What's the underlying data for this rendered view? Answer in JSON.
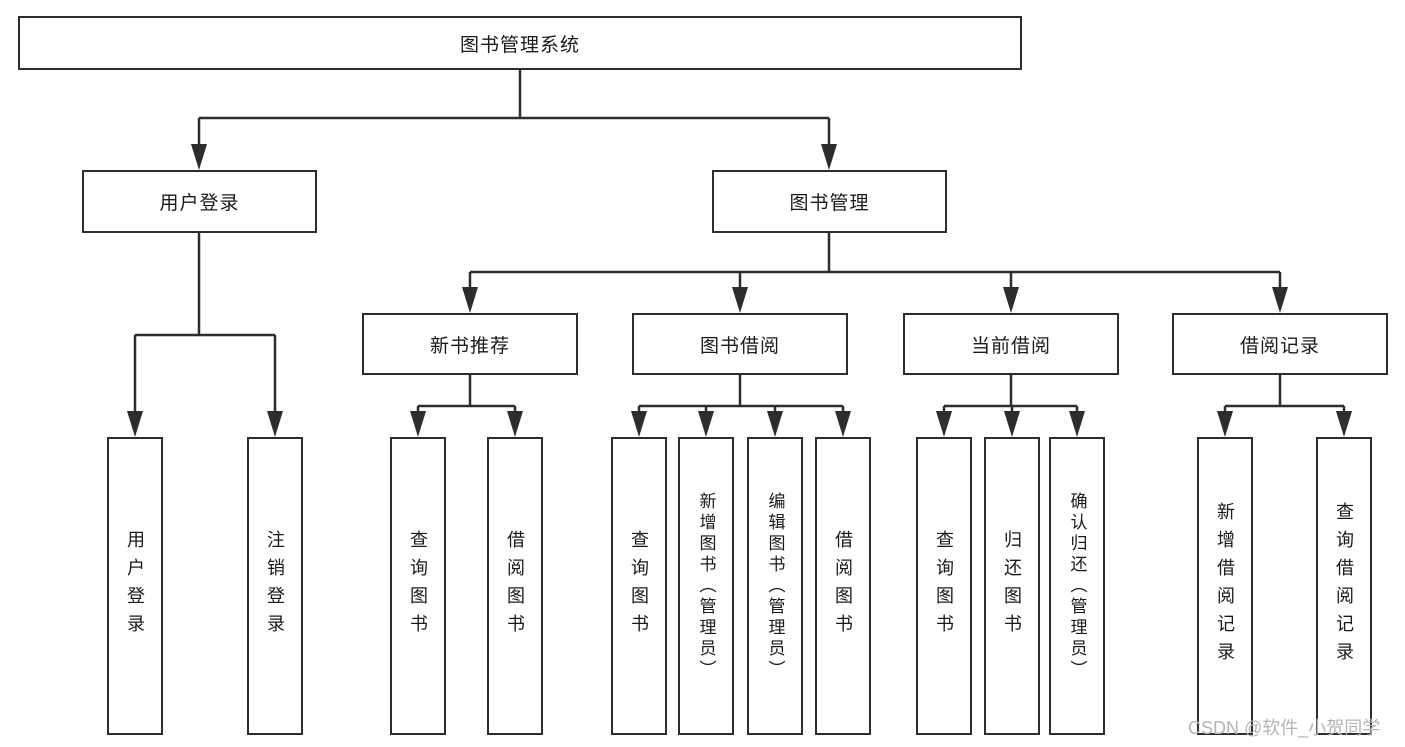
{
  "diagram": {
    "root": {
      "label": "图书管理系统"
    },
    "branches": [
      {
        "label": "用户登录",
        "children": [
          {
            "label": "用户登录"
          },
          {
            "label": "注销登录"
          }
        ]
      },
      {
        "label": "图书管理",
        "sections": [
          {
            "label": "新书推荐",
            "children": [
              {
                "label": "查询图书"
              },
              {
                "label": "借阅图书"
              }
            ]
          },
          {
            "label": "图书借阅",
            "children": [
              {
                "label": "查询图书"
              },
              {
                "label": "新增图书（管理员）"
              },
              {
                "label": "编辑图书（管理员）"
              },
              {
                "label": "借阅图书"
              }
            ]
          },
          {
            "label": "当前借阅",
            "children": [
              {
                "label": "查询图书"
              },
              {
                "label": "归还图书"
              },
              {
                "label": "确认归还（管理员）"
              }
            ]
          },
          {
            "label": "借阅记录",
            "children": [
              {
                "label": "新增借阅记录"
              },
              {
                "label": "查询借阅记录"
              }
            ]
          }
        ]
      }
    ],
    "watermark": "CSDN @软件_小贺同学",
    "colors": {
      "line": "#2d2d2d",
      "box_border": "#2d2d2d",
      "text": "#1a1a1a",
      "watermark": "#b4b4b4",
      "background": "#ffffff"
    }
  }
}
